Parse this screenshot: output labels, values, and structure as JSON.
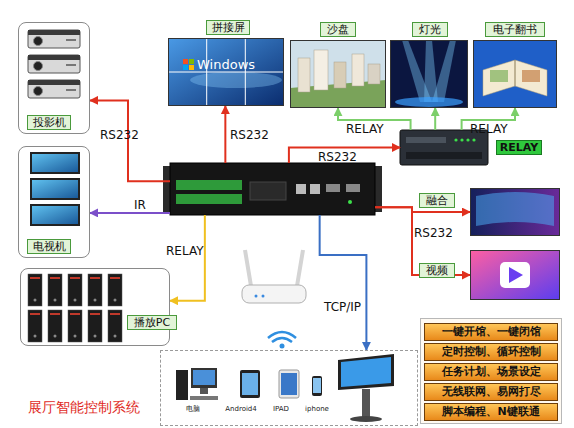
{
  "diagram": {
    "title": "展厅智能控制系统",
    "nodes": [
      {
        "text": [
          "拼接屏"
        ]
      },
      {
        "text": [
          "沙盘"
        ]
      },
      {
        "text": [
          "灯光"
        ]
      },
      {
        "text": [
          "电子翻书"
        ]
      },
      {
        "text": [
          "投影机"
        ]
      },
      {
        "text": [
          "电视机"
        ]
      },
      {
        "text": []
      },
      {
        "text": [
          "RELAY"
        ]
      },
      {
        "text": [
          "融合"
        ]
      },
      {
        "text": [
          "视频"
        ]
      },
      {
        "text": [
          "播放PC"
        ]
      },
      {
        "text": [
          "电脑",
          "Android4",
          "IPAD",
          "iphone"
        ]
      },
      {
        "text": [
          "一键开馆、一键闭馆",
          "定时控制、循环控制",
          "任务计划、场景设定",
          "无线联网、易网打尽",
          "脚本编程、N键联通"
        ]
      }
    ],
    "edges": [
      {
        "from": 6,
        "to": 4,
        "label": "RS232",
        "arrow": "to"
      },
      {
        "from": 6,
        "to": 5,
        "label": "IR",
        "arrow": "to"
      },
      {
        "from": 6,
        "to": 10,
        "label": "RELAY",
        "arrow": "to"
      },
      {
        "from": 6,
        "to": 0,
        "label": "RS232",
        "arrow": "to"
      },
      {
        "from": 6,
        "to": 7,
        "label": "RS232",
        "arrow": "to"
      },
      {
        "from": 7,
        "to": 1,
        "label": "RELAY",
        "arrow": "to"
      },
      {
        "from": 7,
        "to": 2,
        "arrow": "to"
      },
      {
        "from": 7,
        "to": 3,
        "label": "RELAY",
        "arrow": "to"
      },
      {
        "from": 6,
        "to": 8,
        "label": "RS232",
        "arrow": "to"
      },
      {
        "from": 6,
        "to": 9,
        "arrow": "to"
      },
      {
        "from": 6,
        "to": 11,
        "label": "TCP/IP",
        "arrow": "to"
      }
    ],
    "labels": [
      "Windows"
    ]
  }
}
